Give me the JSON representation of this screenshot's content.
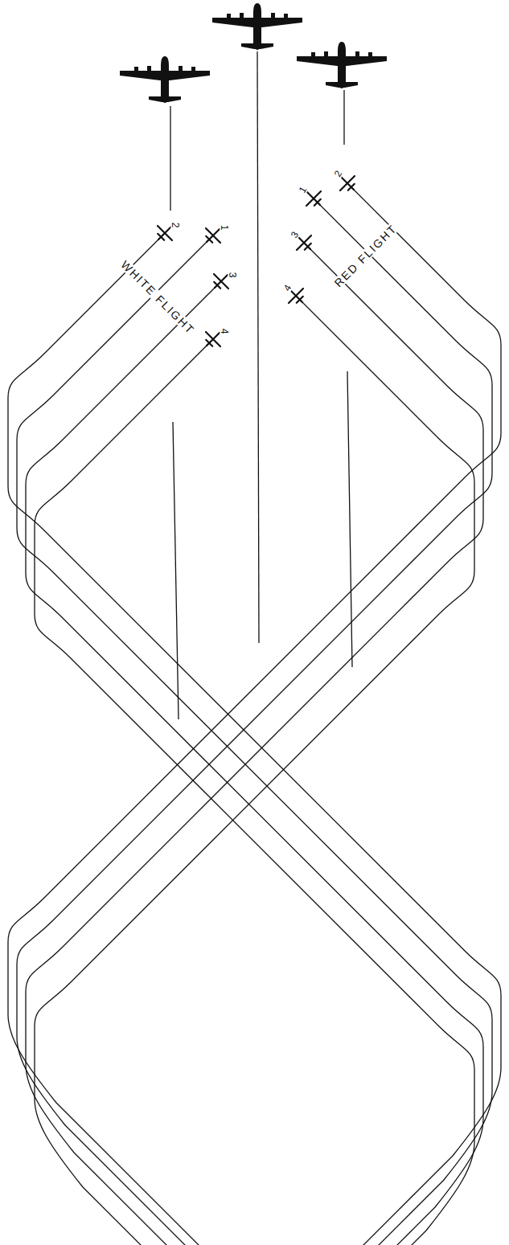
{
  "diagram": {
    "labels": [
      "2",
      "1",
      "3",
      "4",
      "WHITE FLIGHT",
      "1",
      "2",
      "3",
      "4",
      "RED FLIGHT"
    ]
  }
}
